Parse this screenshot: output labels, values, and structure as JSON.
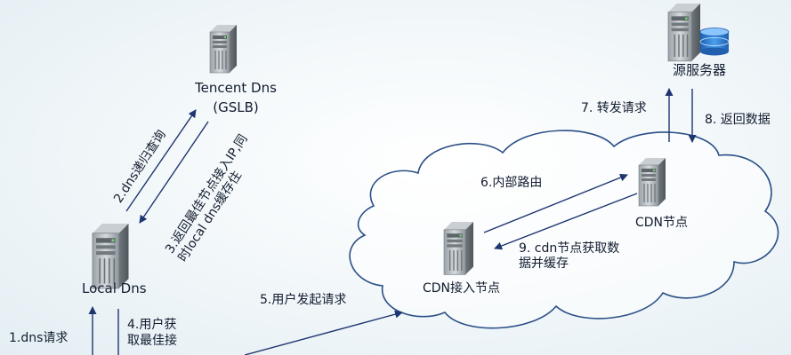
{
  "nodes": {
    "tencent_dns": {
      "line1": "Tencent Dns",
      "line2": "(GSLB)"
    },
    "local_dns": {
      "label": "Local Dns"
    },
    "origin_server": {
      "label": "源服务器"
    },
    "cdn_node": {
      "label": "CDN节点"
    },
    "cdn_access_node": {
      "label": "CDN接入节点"
    }
  },
  "steps": {
    "s1": "1.dns请求",
    "s2": "2.dns递归查询",
    "s3_line1": "3.返回最佳节点接入IP,同",
    "s3_line2": "时local dns缓存住",
    "s4_line1": "4.用户获",
    "s4_line2": "取最佳接",
    "s5": "5.用户发起请求",
    "s6": "6.内部路由",
    "s7": "7. 转发请求",
    "s8": "8. 返回数据",
    "s9_line1": "9. cdn节点获取数",
    "s9_line2": "据并缓存"
  },
  "icons": {
    "server": "server-tower-icon",
    "database": "database-icon"
  },
  "colors": {
    "arrow": "#1e3570",
    "cloud_stroke": "#2a4f86",
    "text": "#111c2e",
    "db_blue": "#2f7fd6"
  }
}
